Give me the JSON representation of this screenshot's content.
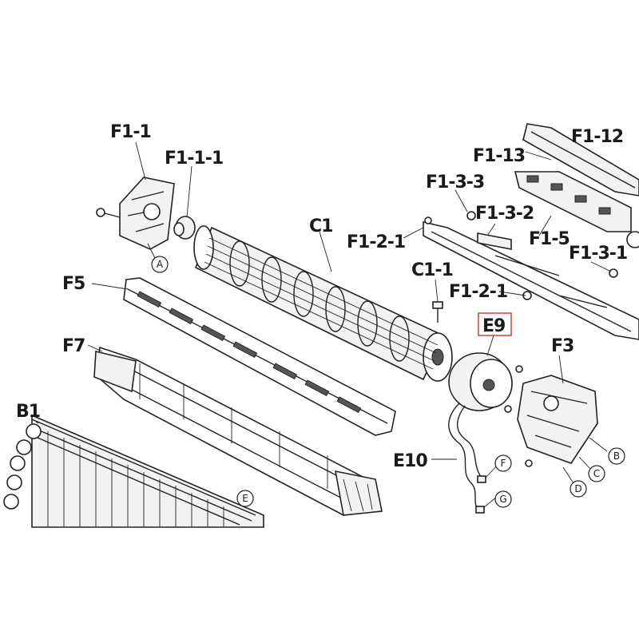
{
  "diagram": {
    "highlight_color": "#c0392b",
    "highlighted_label": "E9",
    "labels": {
      "F1-1": "F1-1",
      "F1-1-1": "F1-1-1",
      "C1": "C1",
      "F5": "F5",
      "F7": "F7",
      "B1": "B1",
      "F1-13": "F1-13",
      "F1-12": "F1-12",
      "F1-3-3": "F1-3-3",
      "F1-3-2": "F1-3-2",
      "F1-2-1-top": "F1-2-1",
      "F1-5": "F1-5",
      "F1-3-1": "F1-3-1",
      "C1-1": "C1-1",
      "F1-2-1-mid": "F1-2-1",
      "E9": "E9",
      "F3": "F3",
      "E10": "E10"
    },
    "markers": {
      "A": "A",
      "B": "B",
      "C": "C",
      "D": "D",
      "E": "E",
      "F": "F",
      "G": "G"
    }
  }
}
